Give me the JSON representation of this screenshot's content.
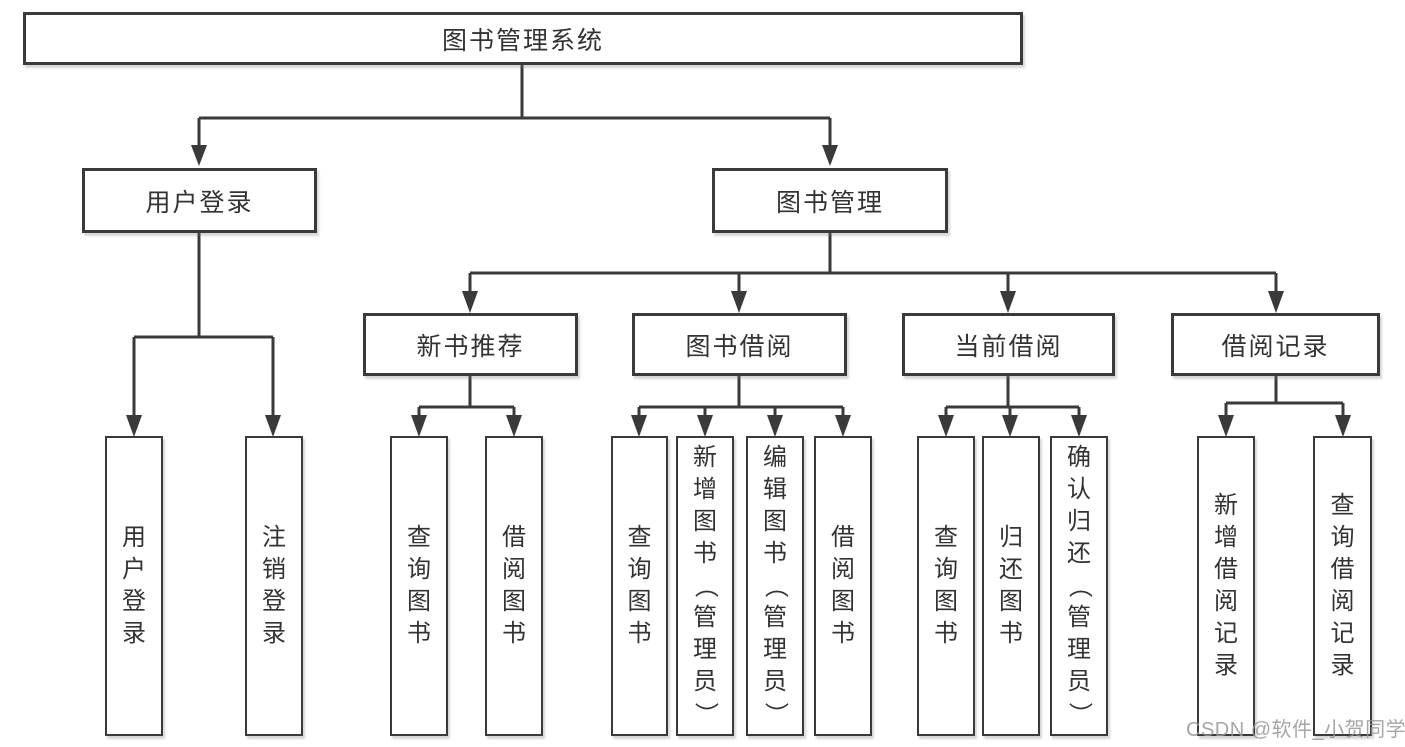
{
  "colors": {
    "line": "#3a3a3a",
    "text": "#333333",
    "box_fill": "#ffffff",
    "watermark": "#969696"
  },
  "watermark": {
    "text": "CSDN @软件_小贺同学"
  },
  "tree": {
    "root": {
      "label": "图书管理系统"
    },
    "branches": [
      {
        "label": "用户登录",
        "children": [
          {
            "label": "用户登录"
          },
          {
            "label": "注销登录"
          }
        ]
      },
      {
        "label": "图书管理",
        "children": [
          {
            "label": "新书推荐",
            "children": [
              {
                "label": "查询图书"
              },
              {
                "label": "借阅图书"
              }
            ]
          },
          {
            "label": "图书借阅",
            "children": [
              {
                "label": "查询图书"
              },
              {
                "label": "新增图书（管理员）"
              },
              {
                "label": "编辑图书（管理员）"
              },
              {
                "label": "借阅图书"
              }
            ]
          },
          {
            "label": "当前借阅",
            "children": [
              {
                "label": "查询图书"
              },
              {
                "label": "归还图书"
              },
              {
                "label": "确认归还（管理员）"
              }
            ]
          },
          {
            "label": "借阅记录",
            "children": [
              {
                "label": "新增借阅记录"
              },
              {
                "label": "查询借阅记录"
              }
            ]
          }
        ]
      }
    ]
  }
}
